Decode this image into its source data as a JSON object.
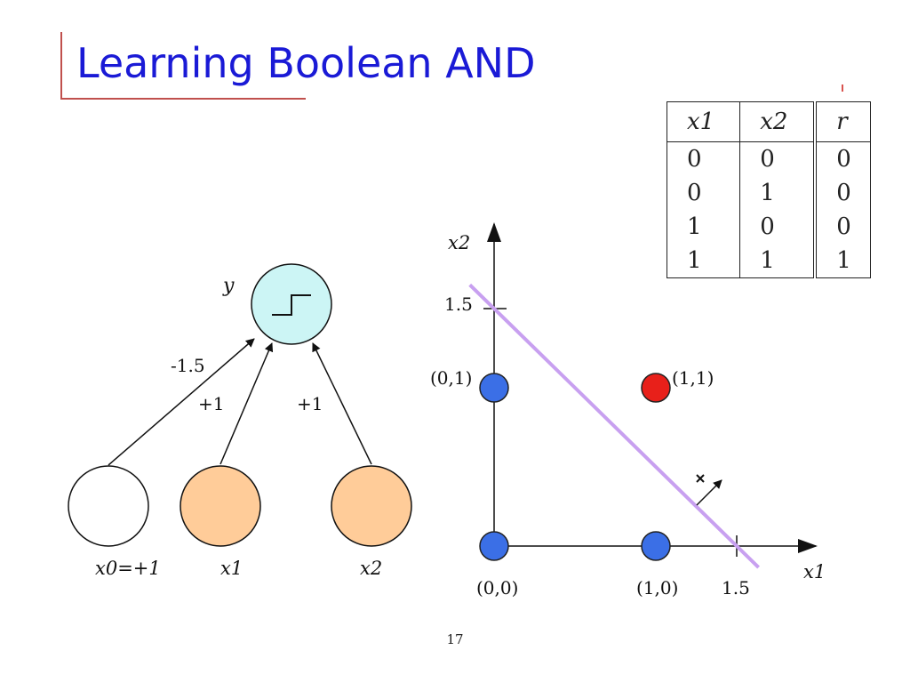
{
  "slide": {
    "title": "Learning Boolean AND",
    "page_number": "17"
  },
  "truth_table": {
    "headers": [
      "x1",
      "x2",
      "r"
    ],
    "rows": [
      [
        "0",
        "0",
        "0"
      ],
      [
        "0",
        "1",
        "0"
      ],
      [
        "1",
        "0",
        "0"
      ],
      [
        "1",
        "1",
        "1"
      ]
    ]
  },
  "perceptron": {
    "output_label": "y",
    "bias_weight": "-1.5",
    "w1": "+1",
    "w2": "+1",
    "input0_label": "x0=+1",
    "input1_label": "x1",
    "input2_label": "x2",
    "colors": {
      "output_node": "#ccf5f5",
      "input_node": "#ffcc99",
      "bias_node": "#ffffff"
    }
  },
  "plot": {
    "x_axis_label": "x1",
    "y_axis_label": "x2",
    "x_tick": "1.5",
    "y_tick": "1.5",
    "boundary": {
      "x_intercept": 1.5,
      "y_intercept": 1.5,
      "color": "#c8a0f0"
    },
    "points": [
      {
        "label": "(0,0)",
        "x": 0,
        "y": 0,
        "class": 0
      },
      {
        "label": "(1,0)",
        "x": 1,
        "y": 0,
        "class": 0
      },
      {
        "label": "(0,1)",
        "x": 0,
        "y": 1,
        "class": 0
      },
      {
        "label": "(1,1)",
        "x": 1,
        "y": 1,
        "class": 1
      }
    ],
    "colors": {
      "class0": "#3b6fe6",
      "class1": "#e8201a"
    }
  }
}
